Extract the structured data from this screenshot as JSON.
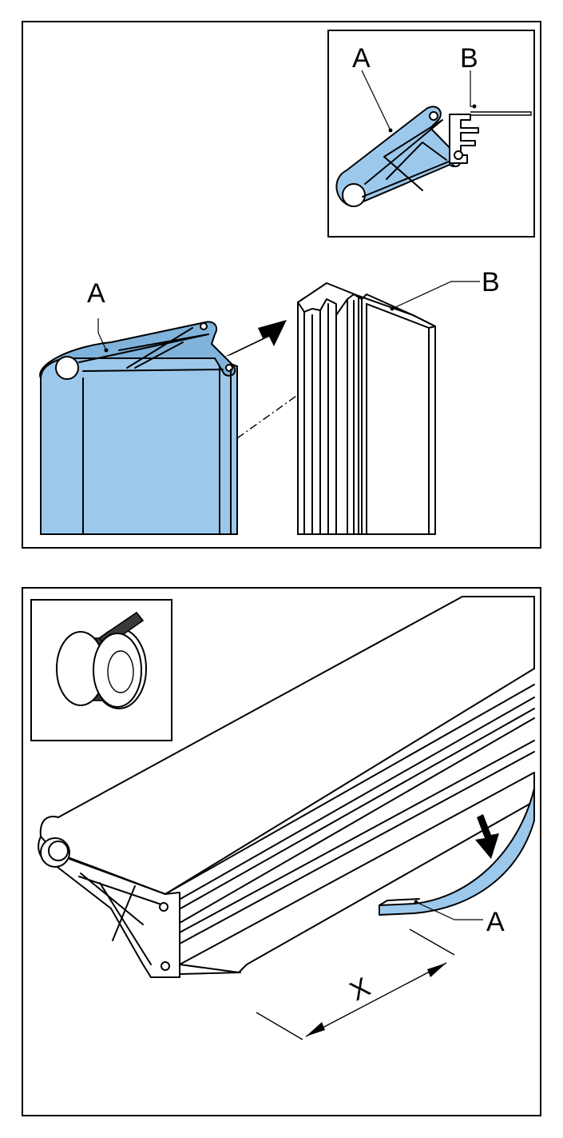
{
  "top_panel": {
    "inset_labels": {
      "a": "A",
      "b": "B"
    },
    "main_labels": {
      "a": "A",
      "b": "B"
    }
  },
  "bottom_panel": {
    "label_a": "A",
    "dimension_label": "X"
  },
  "colors": {
    "part_blue": "#9cc8ec",
    "outline": "#000000",
    "background": "#ffffff"
  },
  "icons": [
    "insert-arrow-icon",
    "press-down-arrow-icon",
    "seal-tape-roll-icon"
  ]
}
